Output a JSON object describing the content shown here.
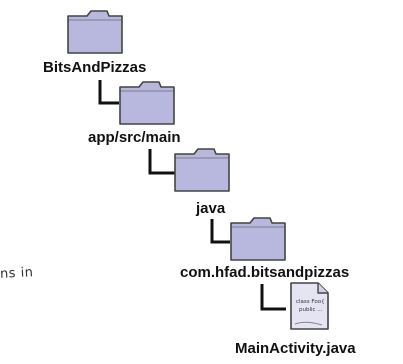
{
  "tree": {
    "folders": [
      {
        "icon": "folder-icon",
        "label": "BitsAndPizzas"
      },
      {
        "icon": "folder-icon",
        "label": "app/src/main"
      },
      {
        "icon": "folder-icon",
        "label": "java"
      },
      {
        "icon": "folder-icon",
        "label": "com.hfad.bitsandpizzas"
      }
    ],
    "file": {
      "icon": "java-file-icon",
      "label": "MainActivity.java",
      "snippet_line1": "class Foo{",
      "snippet_line2": "public ..."
    }
  },
  "note": {
    "text": "ns in"
  },
  "colors": {
    "folder_fill": "#b8b8de",
    "folder_stroke": "#444444",
    "connector": "#111111",
    "file_fill": "#e4e4f2"
  }
}
